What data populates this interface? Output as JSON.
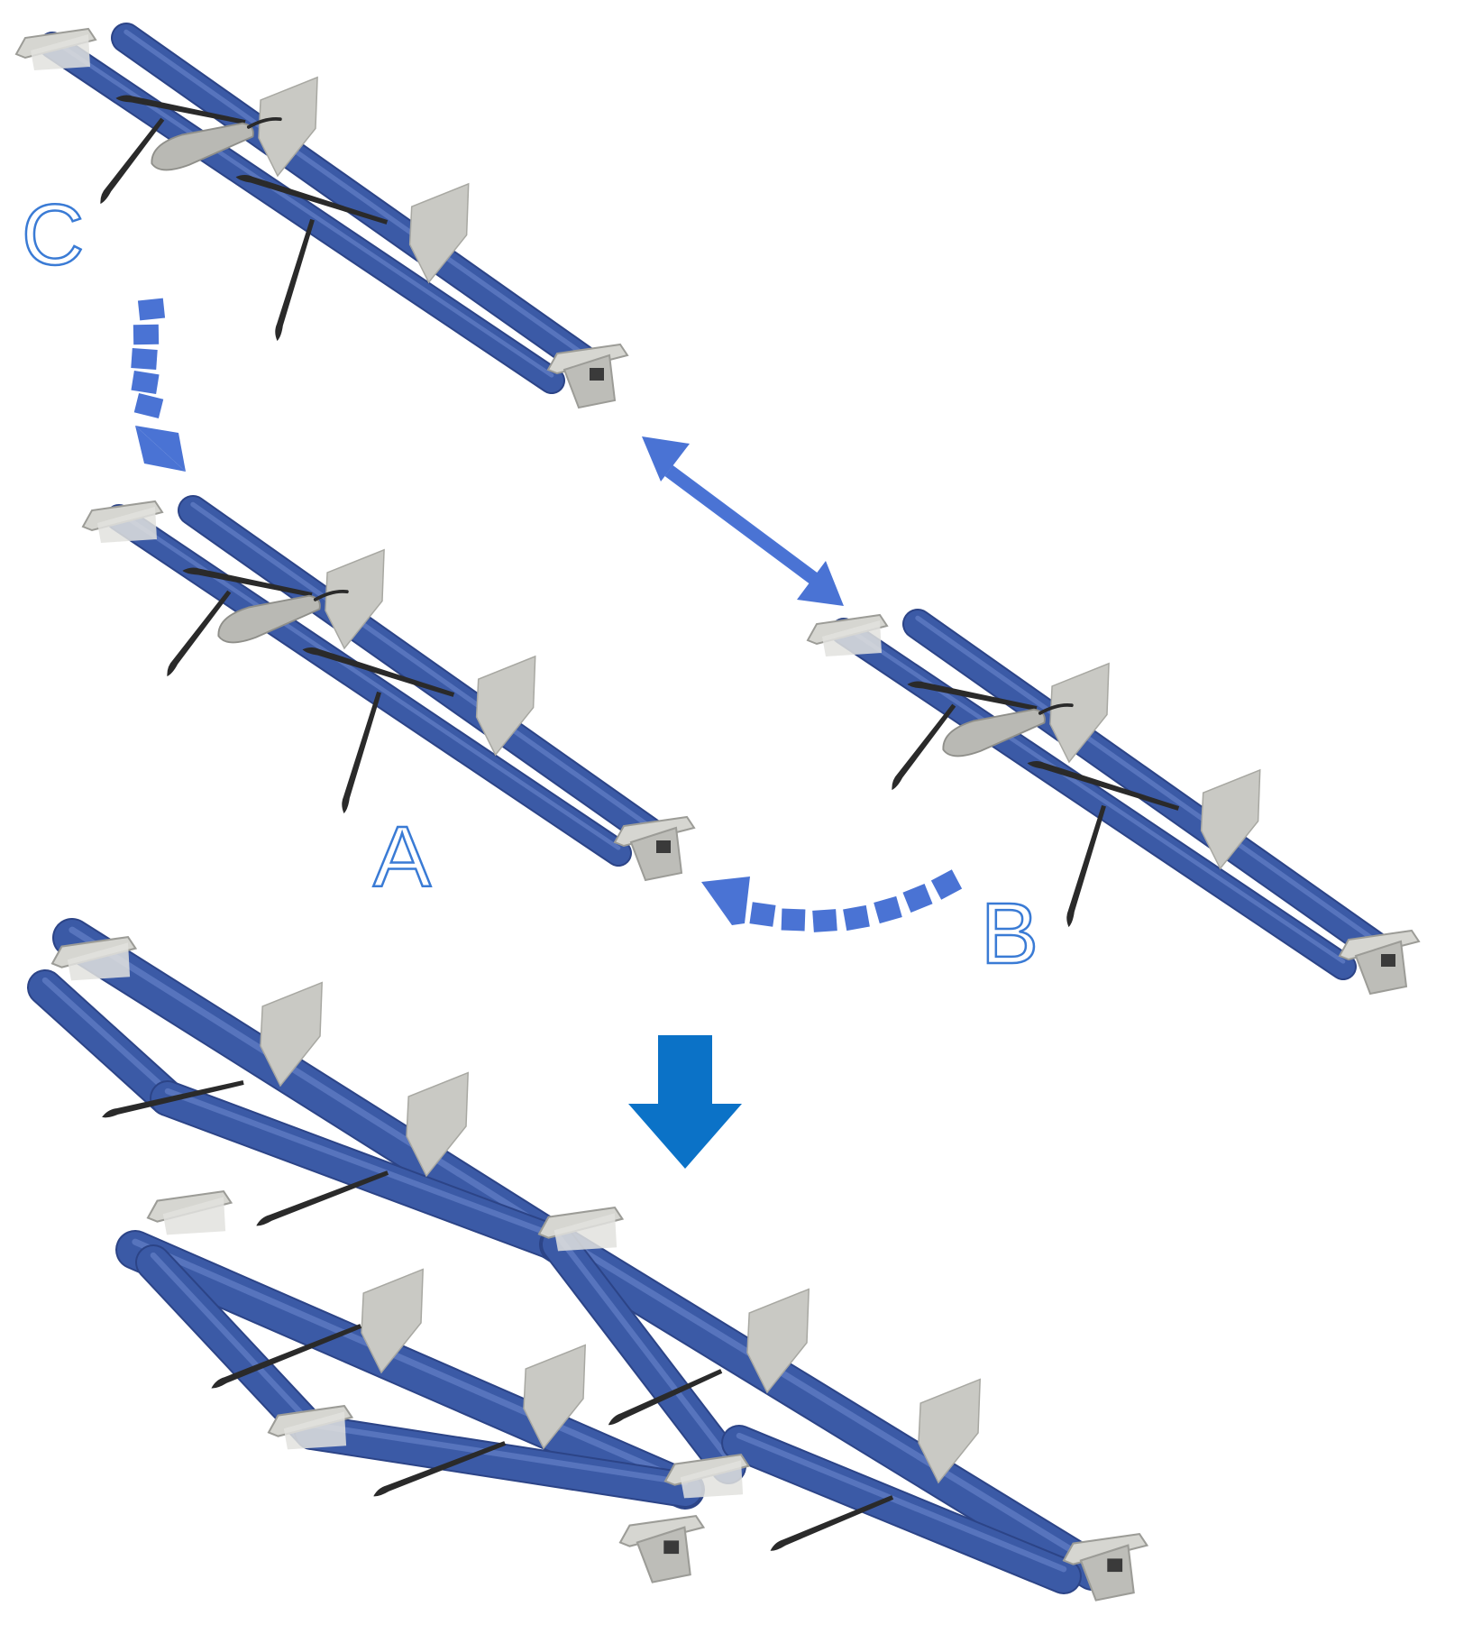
{
  "labels": {
    "a": "A",
    "b": "B",
    "c": "C"
  },
  "colors": {
    "tube": "#3b5aa6",
    "tube_dark": "#2c4487",
    "tube_light": "#6f8bd0",
    "fin": "#c9c9c4",
    "fin_dark": "#a8a8a2",
    "pod": "#b9b9b4",
    "strut": "#2a2a2a",
    "arrow": "#4a73d4",
    "arrow_merge": "#0b72c7",
    "letter": "#3a7bd5",
    "background": "#ffffff"
  },
  "icons": {
    "modules": [
      "module-c",
      "module-a",
      "module-b"
    ],
    "assembly": "combined-module-assembly",
    "arrows": [
      "dashed-curved-arrow-c-to-a",
      "double-headed-arrow-c-b",
      "dashed-curved-arrow-b-to-a",
      "down-arrow-merge"
    ]
  }
}
